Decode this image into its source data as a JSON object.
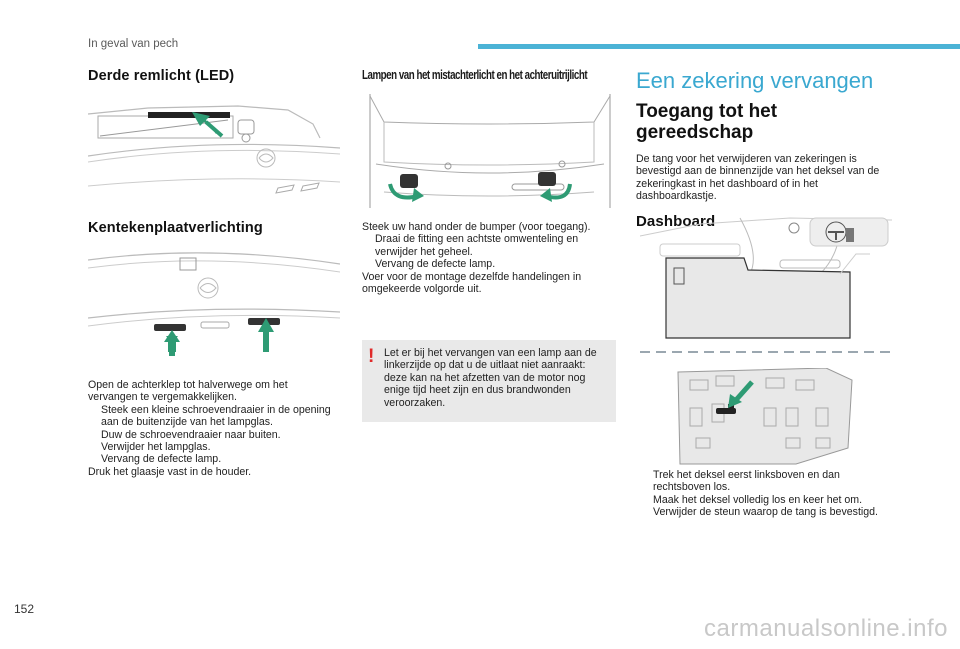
{
  "header": {
    "section_title": "In geval van pech"
  },
  "footer": {
    "page_number": "152",
    "watermark": "carmanualsonline.info"
  },
  "left": {
    "heading_brakelight": "Derde remlicht (LED)",
    "heading_plate": "Kentekenplaatverlichting",
    "intro": "Open de achterklep tot halverwege om het vervangen te vergemakkelijken.",
    "steps": [
      "Steek een kleine schroevendraaier in de opening aan de buitenzijde van het lampglas.",
      "Duw de schroevendraaier naar buiten.",
      "Verwijder het lampglas.",
      "Vervang de defecte lamp."
    ],
    "outro": "Druk het glaasje vast in de houder."
  },
  "middle": {
    "heading": "Lampen van het mistachterlicht en het achteruitrijlicht",
    "intro": "Steek uw hand onder de bumper (voor toegang).",
    "steps": [
      "Draai de fitting een achtste omwenteling en verwijder het geheel.",
      "Vervang de defecte lamp."
    ],
    "outro": "Voer voor de montage dezelfde handelingen in omgekeerde volgorde uit.",
    "warning": "Let er bij het vervangen van een lamp aan de linkerzijde op dat u de uitlaat niet aanraakt: deze kan na het afzetten van de motor nog enige tijd heet zijn en dus brandwonden veroorzaken."
  },
  "right": {
    "title": "Een zekering vervangen",
    "subtitle": "Toegang tot het gereedschap",
    "body": "De tang voor het verwijderen van zekeringen is bevestigd aan de binnenzijde van het deksel van de zekeringkast in het dashboard of in het dashboardkastje.",
    "heading_dashboard": "Dashboard",
    "steps": [
      "Trek het deksel eerst linksboven en dan rechtsboven los.",
      "Maak het deksel volledig los en keer het om.",
      "Verwijder de steun waarop de tang is bevestigd."
    ]
  },
  "bullet_glyph": "",
  "icons": [
    "tailgate-brakelight-illustration",
    "license-plate-light-illustration",
    "rear-bumper-illustration",
    "dashboard-fusebox-illustration",
    "fuse-cover-illustration",
    "warning-icon"
  ],
  "colors": {
    "accent": "#3aa8d0",
    "bar": "#4bb3d6",
    "arrow": "#2e9b74",
    "warning": "#e02a2a",
    "warn_bg": "#e9e9e9"
  }
}
